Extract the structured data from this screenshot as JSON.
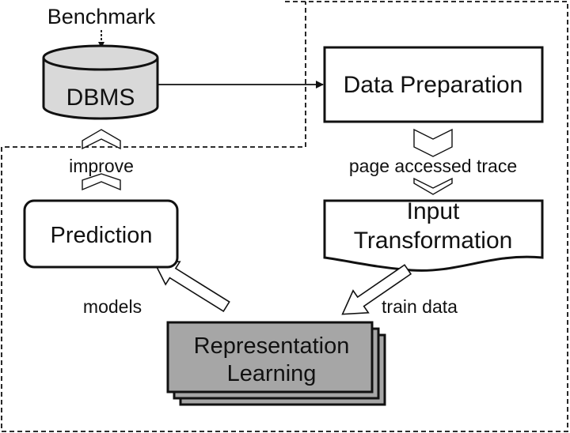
{
  "labels": {
    "benchmark": "Benchmark",
    "dbms": "DBMS",
    "data_preparation": "Data Preparation",
    "page_accessed_trace": "page accessed trace",
    "input_line1": "Input",
    "input_line2": "Transformation",
    "train_data": "train data",
    "representation_line1": "Representation",
    "representation_line2": "Learning",
    "models": "models",
    "prediction": "Prediction",
    "improve": "improve"
  },
  "colors": {
    "stroke": "#111111",
    "dbms_fill": "#d9d9d9",
    "representation_fill": "#a6a6a6",
    "background": "#ffffff"
  }
}
